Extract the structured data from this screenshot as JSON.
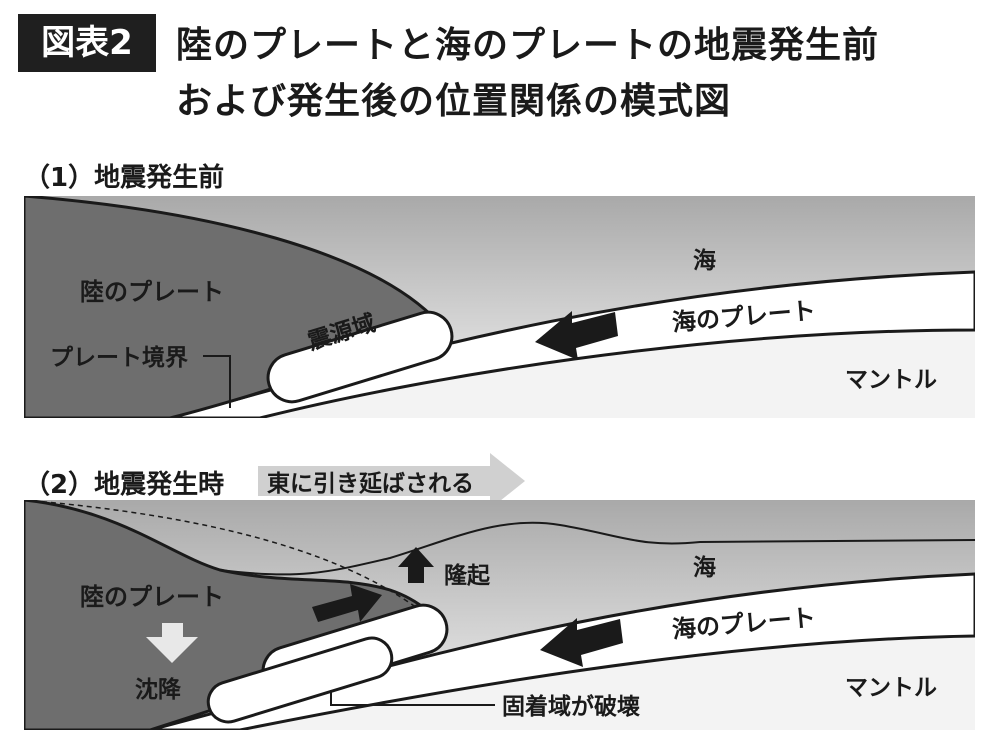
{
  "header": {
    "figure_badge": "図表2",
    "title_line1": "陸のプレートと海のプレートの地震発生前",
    "title_line2": "および発生後の位置関係の模式図"
  },
  "panel1": {
    "heading": "（1）地震発生前",
    "land_plate": "陸のプレート",
    "plate_boundary": "プレート境界",
    "source_region": "震源域",
    "sea": "海",
    "ocean_plate": "海のプレート",
    "mantle": "マントル"
  },
  "panel2": {
    "heading": "（2）地震発生時",
    "pulled_east": "東に引き延ばされる",
    "uplift": "隆起",
    "sea": "海",
    "land_plate": "陸のプレート",
    "ocean_plate": "海のプレート",
    "subsidence": "沈降",
    "mantle": "マントル",
    "locked_zone_broken": "固着域が破壊"
  },
  "colors": {
    "land_plate": "#6e6e6e",
    "sea_top": "#a9a9a9",
    "sea_bottom": "#f4f4f4",
    "mantle": "#f2f2f2",
    "ink": "#1a1a1a",
    "banner_arrow": "#d0d0d0"
  }
}
